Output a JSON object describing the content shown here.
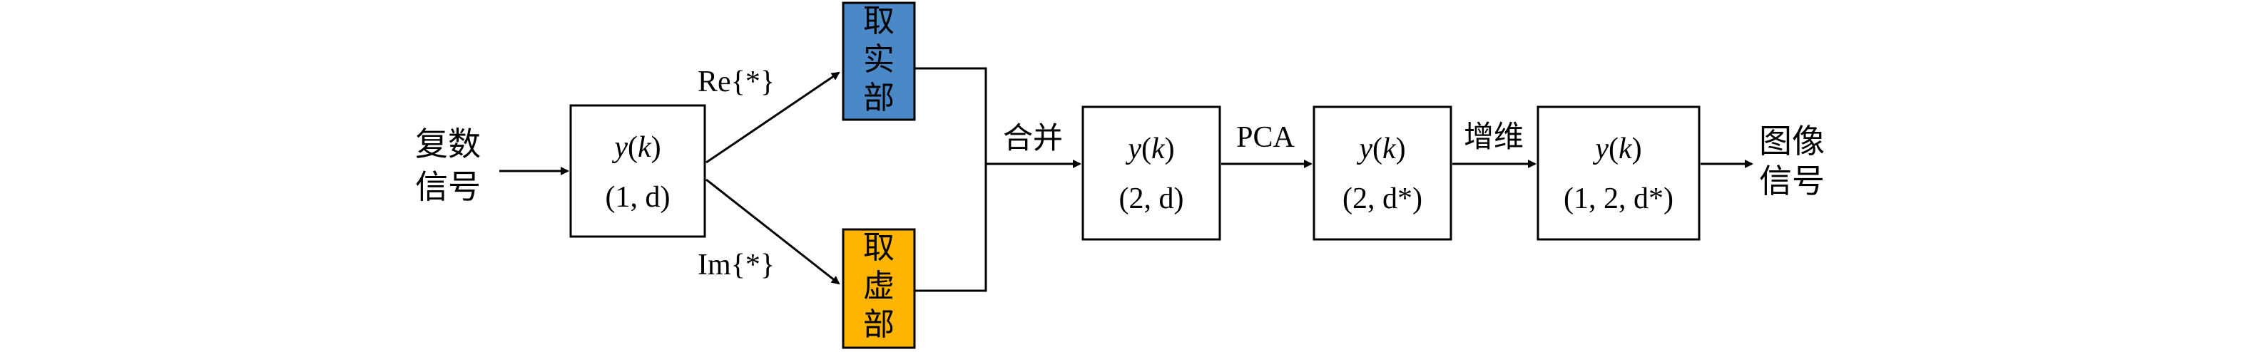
{
  "input_label": {
    "line1": "复数",
    "line2": "信号"
  },
  "output_label": {
    "line1": "图像",
    "line2": "信号"
  },
  "blocks": {
    "input_block": {
      "var": "y",
      "arg": "k",
      "dims": "(1, d)"
    },
    "real_block": {
      "chars": [
        "取",
        "实",
        "部"
      ],
      "color": "#4a88c8"
    },
    "imag_block": {
      "chars": [
        "取",
        "虚",
        "部"
      ],
      "color": "#ffb400"
    },
    "merged_block": {
      "var": "y",
      "arg": "k",
      "dims": "(2, d)"
    },
    "pca_block": {
      "var": "y",
      "arg": "k",
      "dims": "(2, d*)"
    },
    "final_block": {
      "var": "y",
      "arg": "k",
      "dims": "(1, 2, d*)"
    }
  },
  "edges": {
    "re_label": "Re{*}",
    "im_label": "Im{*}",
    "merge_label": "合并",
    "pca_label": "PCA",
    "increase_dim_label": "增维"
  }
}
